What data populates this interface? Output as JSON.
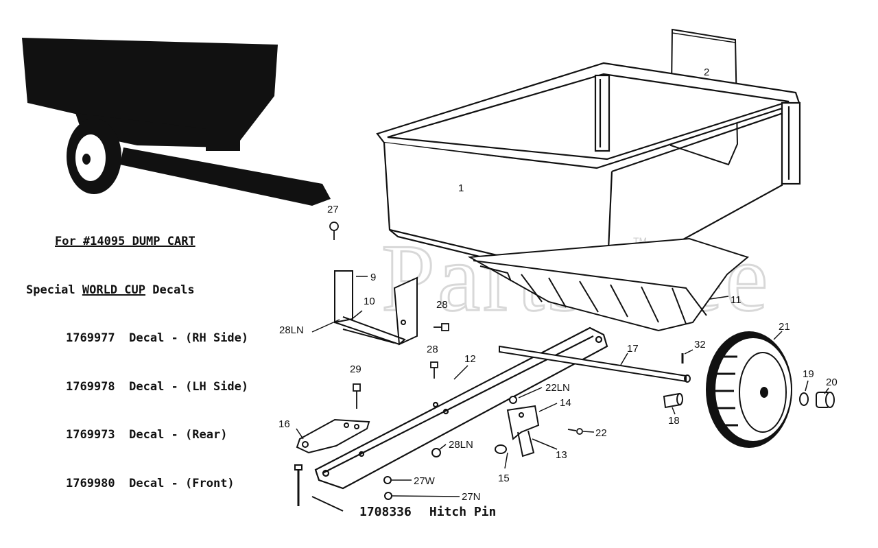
{
  "watermark": {
    "text": "PartsTree",
    "tm": "TM"
  },
  "notes": {
    "title": "For #14095 DUMP CART",
    "subtitle_prefix": "Special ",
    "subtitle_emph": "WORLD CUP",
    "subtitle_suffix": " Decals",
    "decals": [
      {
        "part": "1769977",
        "desc": "Decal - (RH Side)"
      },
      {
        "part": "1769978",
        "desc": "Decal - (LH Side)"
      },
      {
        "part": "1769973",
        "desc": "Decal - (Rear)"
      },
      {
        "part": "1769980",
        "desc": "Decal - (Front)"
      }
    ]
  },
  "hitch_pin": {
    "part": "1708336",
    "desc": "Hitch Pin"
  },
  "callouts": {
    "c1": "1",
    "c2": "2",
    "c9": "9",
    "c10": "10",
    "c11": "11",
    "c12": "12",
    "c13": "13",
    "c14": "14",
    "c15": "15",
    "c16": "16",
    "c17": "17",
    "c18": "18",
    "c19": "19",
    "c20": "20",
    "c21": "21",
    "c22": "22",
    "c22ln": "22LN",
    "c27top": "27",
    "c27w": "27W",
    "c27n": "27N",
    "c28a": "28",
    "c28b": "28",
    "c28ln_a": "28LN",
    "c28ln_b": "28LN",
    "c29": "29",
    "c32": "32"
  }
}
